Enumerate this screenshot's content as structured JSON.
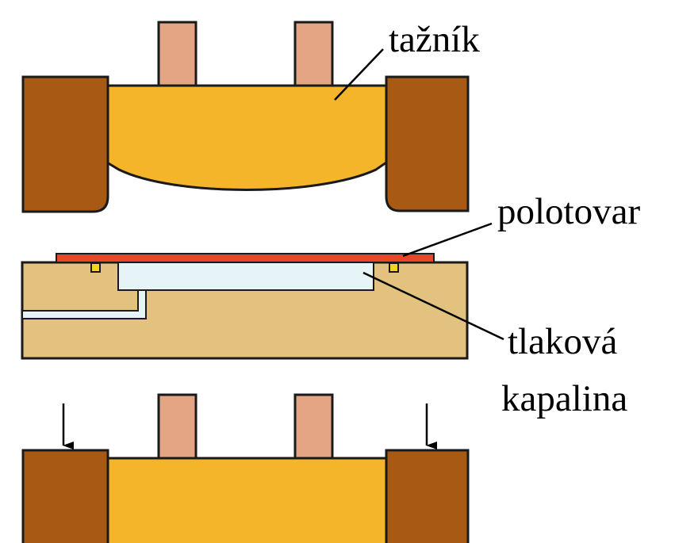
{
  "labels": {
    "punch": "tažník",
    "blank": "polotovar",
    "fluid_line1": "tlaková",
    "fluid_line2": "kapalina"
  },
  "colors": {
    "punch_body": "#f5b52b",
    "punch_outline": "#1a1a1a",
    "rod": "#e3a584",
    "holder": "#a85a14",
    "die_body": "#e2c27e",
    "fluid": "#e6f4f7",
    "blank": "#e8452a",
    "seal": "#f6d320"
  },
  "icons": [
    "down-arrow-icon",
    "down-arrow-icon"
  ]
}
